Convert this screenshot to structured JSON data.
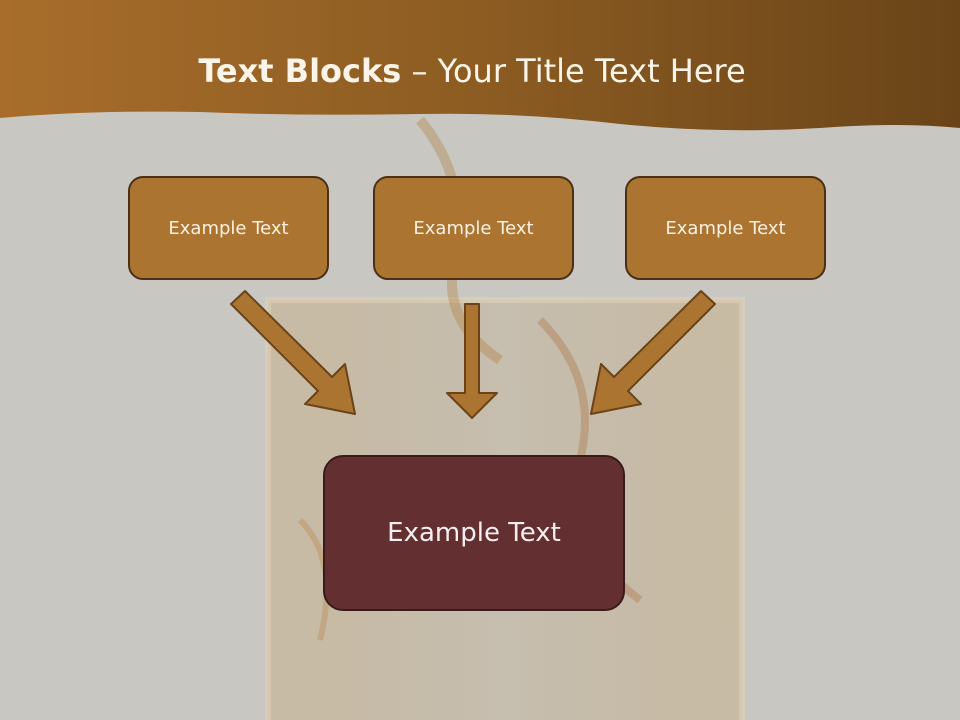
{
  "title": {
    "bold": "Text Blocks",
    "rest": " – Your Title Text Here"
  },
  "boxes": {
    "top": [
      "Example Text",
      "Example Text",
      "Example Text"
    ],
    "main": "Example Text"
  },
  "colors": {
    "header": "#8a5a22",
    "box": "#ab7431",
    "box_border": "#4a3014",
    "main_box": "#642f31",
    "background": "#c9c7c1"
  }
}
